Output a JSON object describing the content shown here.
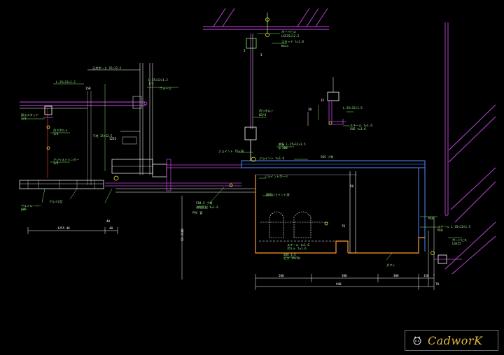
{
  "logo": {
    "text": "CadworK"
  },
  "colors": {
    "background": "#000000",
    "gridline": "#ffffff",
    "purple": "#c845e6",
    "green": "#7df55a",
    "yellow": "#f4e237",
    "blue": "#4f8dff",
    "orange": "#ff9a2a",
    "red": "#ff4040",
    "cyan": "#59e2ff",
    "gray": "#9a9a9a",
    "logo": "#e2b73c"
  },
  "labels": {
    "top_right_a": "ボードビス",
    "top_right_b": "LGS15×12.5",
    "top_right_c": "スタッド t=1.0",
    "top_right_d": "W=xx",
    "left_top_a": "L-25×12×1.2",
    "left_top_b": "L-25×12×1.2",
    "left_top_c": "1/3",
    "left_mid_a": "耐火スタッド",
    "left_mid_b": "1/3",
    "left_mid_c": "吊りボルト",
    "left_mid_d": "1/4",
    "left_low_a": "アジャストハンガー",
    "left_low_b": "1/4",
    "left_ceiling": "天井ボード 15+12.5",
    "left_ceiling_b": "下地 15+12.5",
    "left_bottom_a": "アルミルーバー",
    "left_bottom_b": "@80",
    "left_bottom_c": "アルミL型",
    "mid_wire": "吊りボルト",
    "mid_wire_b": "W3/8",
    "mid_top": "ウォール",
    "mid_a": "ジョイント 15×10",
    "mid_b": "ジョイント t=1.6",
    "mid_c": "ジョイントボード",
    "mid_d": "照明ジョイント部",
    "mid_e": "FB4.5 ブ材",
    "mid_f": "溶融亜鉛 t=1.6",
    "beam_a": "鋼板 L-25×12×1.5",
    "beam_b": "@ 300",
    "beam_c": "SUS ブ材",
    "duct": "ダクト",
    "bot_a": "SUS 3.5",
    "bot_b": "ビス 15×10",
    "bot_c": "スチール t=1.6",
    "bot_d": "ボルト t=1.6",
    "pipe": "PVC 管",
    "right_a": "L-25×12×1.5",
    "right_b": "スチール t=1.6",
    "right_c": "SUS t=1.6",
    "right_d": "M10",
    "right_e": "スチール L-25×12×1.5",
    "right_f": "M10",
    "right_g": "ボードビス",
    "right_h": "LGS15"
  },
  "dimensions": {
    "d1": "1255 48",
    "d2": "40",
    "d3": "40",
    "d4": "CH-2400",
    "d5": "260",
    "d6": "940",
    "d7": "300",
    "d8": "300",
    "d9": "150",
    "d10": "1255",
    "d11": "15",
    "d12": "30",
    "d13": "150",
    "d14": "70",
    "d15": "76",
    "d16": "50",
    "d17": "3",
    "d18": "5"
  }
}
